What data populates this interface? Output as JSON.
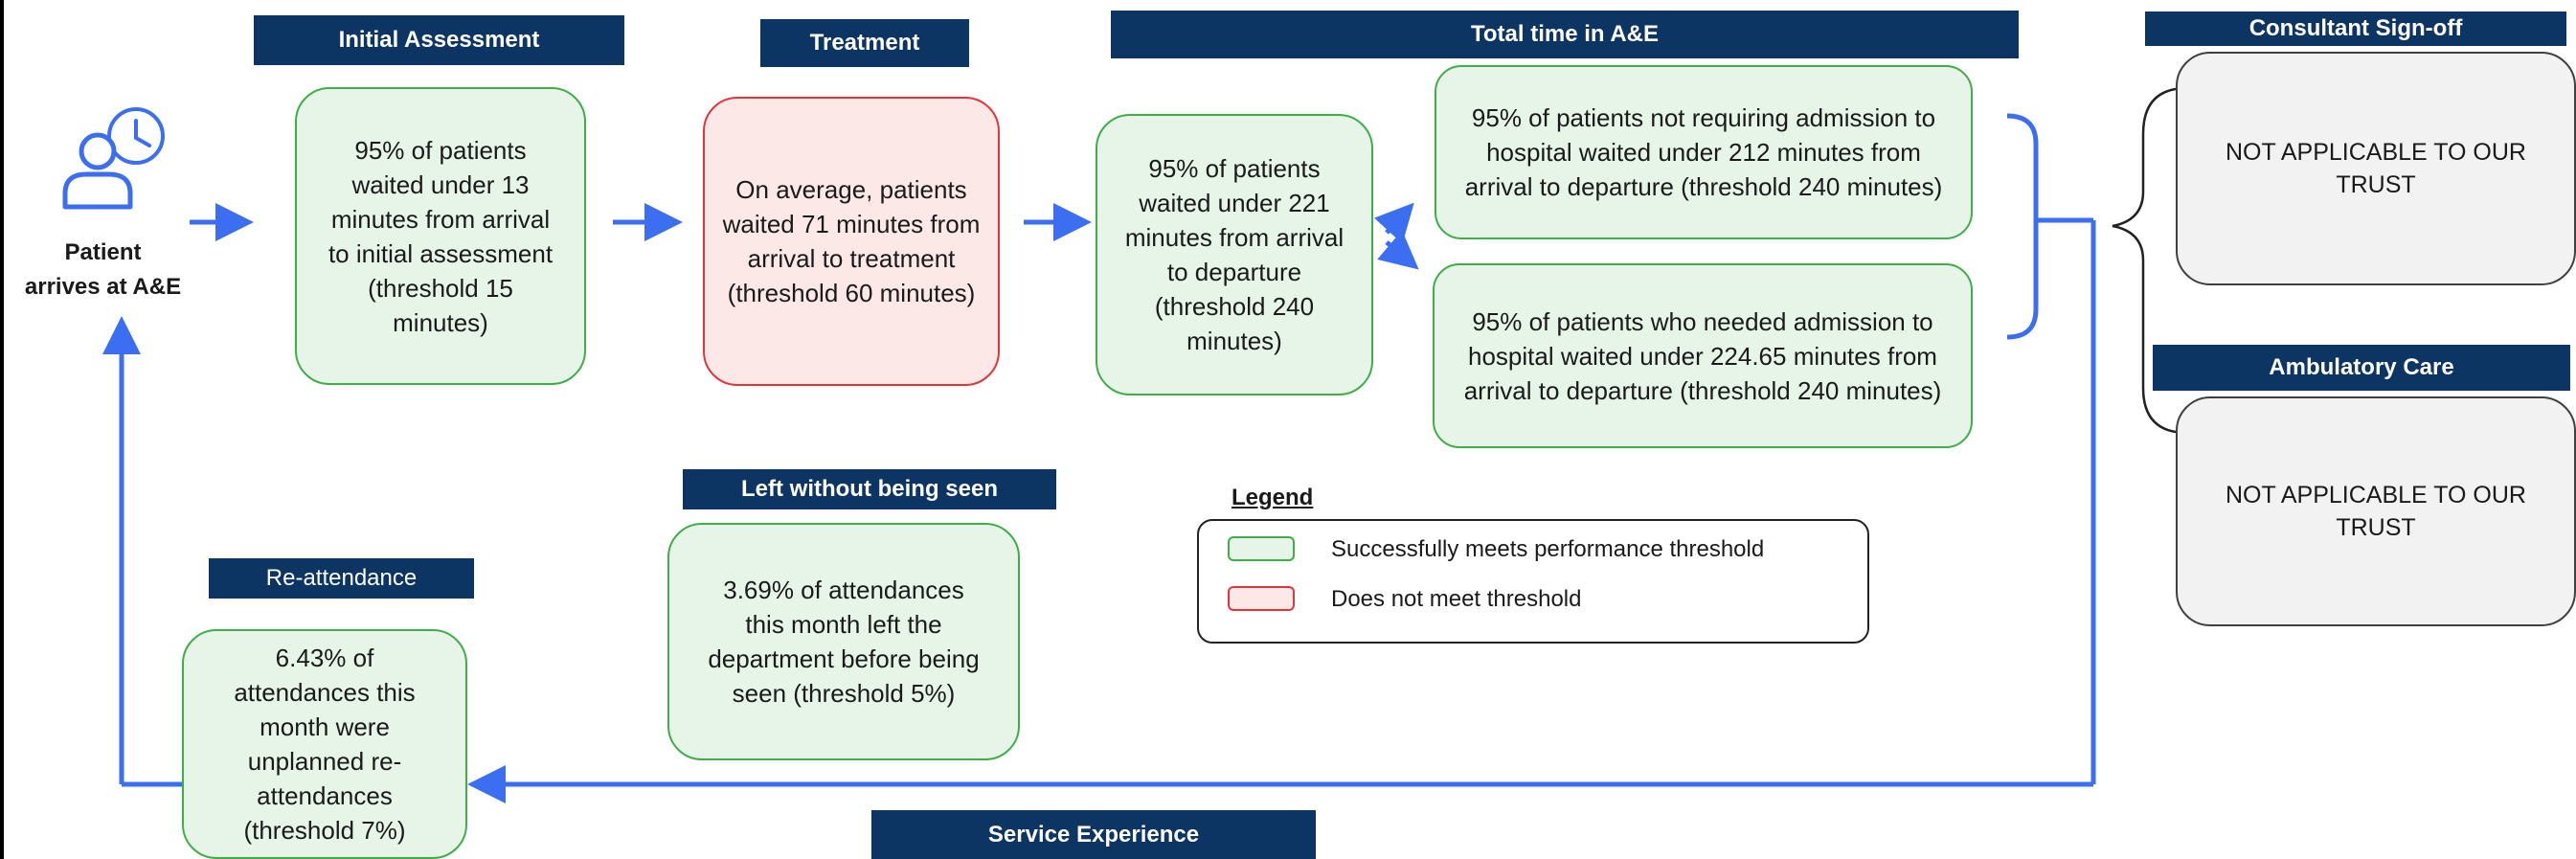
{
  "patient": {
    "label_line1": "Patient",
    "label_line2": "arrives at A&E",
    "icon": "patient-clock-icon"
  },
  "headers": {
    "initial_assessment": "Initial Assessment",
    "treatment": "Treatment",
    "total_time": "Total time in A&E",
    "consultant_signoff": "Consultant Sign-off",
    "ambulatory_care": "Ambulatory Care",
    "left_without_seen": "Left without being seen",
    "reattendance": "Re-attendance",
    "service_experience": "Service Experience"
  },
  "boxes": {
    "initial_assessment": {
      "text": "95% of patients waited under 13 minutes from arrival to initial assessment (threshold 15 minutes)",
      "status": "meets"
    },
    "treatment": {
      "text": "On average, patients waited 71 minutes from arrival to treatment (threshold 60 minutes)",
      "status": "fails"
    },
    "total_time": {
      "text": "95% of patients waited under 221 minutes from arrival to departure (threshold 240 minutes)",
      "status": "meets"
    },
    "not_admitted": {
      "text": "95% of patients not requiring admission to hospital waited under 212 minutes from arrival to departure (threshold 240 minutes)",
      "status": "meets"
    },
    "admitted": {
      "text": "95% of patients who needed admission to hospital waited under 224.65 minutes from arrival to departure (threshold 240 minutes)",
      "status": "meets"
    },
    "consultant_signoff": {
      "text": "NOT APPLICABLE TO OUR TRUST"
    },
    "ambulatory_care": {
      "text": "NOT APPLICABLE TO OUR TRUST"
    },
    "left_without_seen": {
      "text": "3.69% of attendances this month left the department before being seen (threshold 5%)",
      "status": "meets"
    },
    "reattendance": {
      "text": "6.43% of attendances this month were unplanned re-attendances (threshold 7%)",
      "status": "meets"
    }
  },
  "legend": {
    "title": "Legend",
    "items": [
      {
        "label": "Successfully meets performance threshold",
        "color": "#e6f5e8",
        "border": "#3fae49"
      },
      {
        "label": "Does not meet threshold",
        "color": "#fde8e8",
        "border": "#e0353b"
      }
    ]
  },
  "colors": {
    "header_bg": "#0d3563",
    "arrow": "#3b6ef0",
    "meets_border": "#3fae49",
    "fails_border": "#e0353b"
  }
}
